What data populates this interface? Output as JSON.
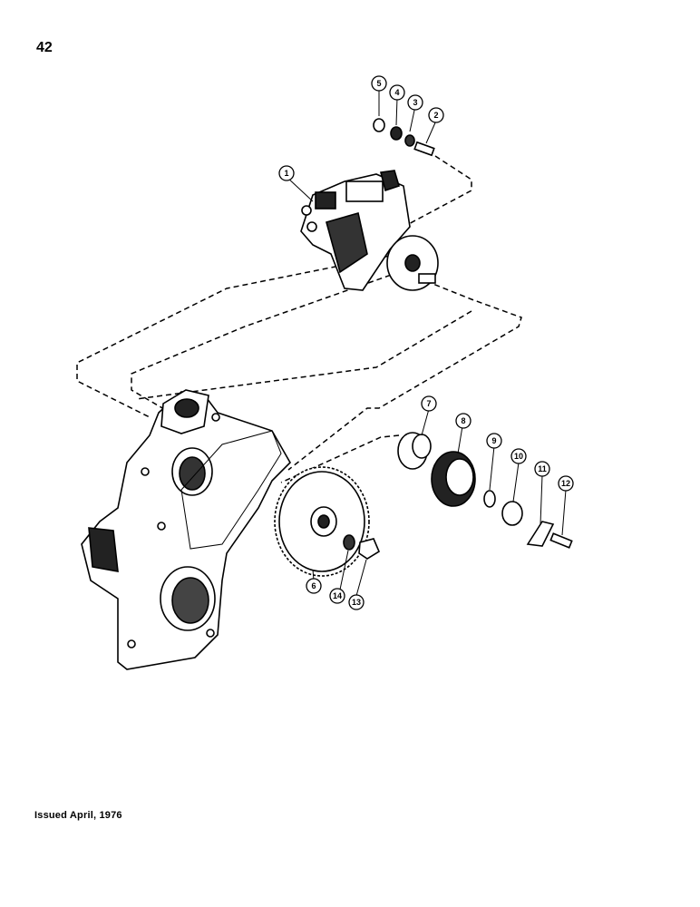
{
  "page": {
    "number": "42",
    "footer": "Issued April, 1976"
  },
  "callouts": [
    {
      "id": "c1",
      "label": "1"
    },
    {
      "id": "c2",
      "label": "2"
    },
    {
      "id": "c3",
      "label": "3"
    },
    {
      "id": "c4",
      "label": "4"
    },
    {
      "id": "c5",
      "label": "5"
    },
    {
      "id": "c6",
      "label": "6"
    },
    {
      "id": "c7",
      "label": "7"
    },
    {
      "id": "c8",
      "label": "8"
    },
    {
      "id": "c9",
      "label": "9"
    },
    {
      "id": "c10",
      "label": "10"
    },
    {
      "id": "c11",
      "label": "11"
    },
    {
      "id": "c12",
      "label": "12"
    },
    {
      "id": "c13",
      "label": "13"
    },
    {
      "id": "c14",
      "label": "14"
    }
  ]
}
